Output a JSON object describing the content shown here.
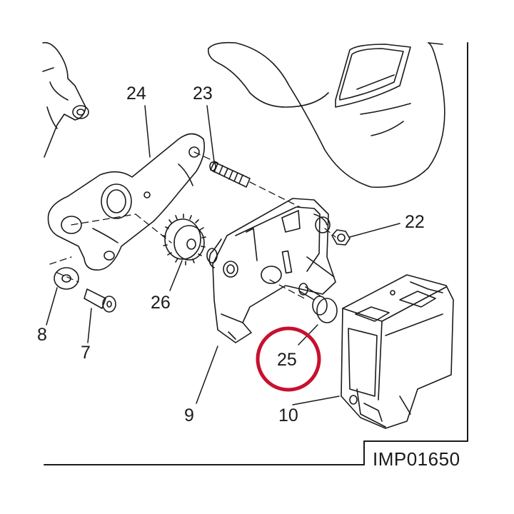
{
  "diagram": {
    "callouts": {
      "c24": "24",
      "c23": "23",
      "c22": "22",
      "c26": "26",
      "c8": "8",
      "c7": "7",
      "c25": "25",
      "c9": "9",
      "c10": "10"
    },
    "reference_code": "IMP01650",
    "highlight": {
      "target_callout": "25",
      "color": "#c8102e"
    }
  }
}
